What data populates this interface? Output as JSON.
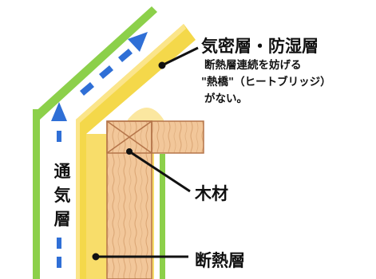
{
  "labels": {
    "airtight_layer": "気密層・防湿層",
    "airtight_desc": [
      "断熱層連続を妨げる",
      "\"熱橋\"（ヒートブリッジ）",
      "がない。"
    ],
    "wood": "木材",
    "insulation": "断熱層",
    "ventilation_chars": [
      "通",
      "気",
      "層"
    ]
  },
  "colors": {
    "outer_board": "#8cd04a",
    "insulation_yellow": "#f4d84a",
    "insulation_light": "#fbe58a",
    "wood_fill": "#f2c79a",
    "wood_stroke": "#b5754a",
    "arrow_blue": "#2f6fd6",
    "leader": "#111111"
  }
}
